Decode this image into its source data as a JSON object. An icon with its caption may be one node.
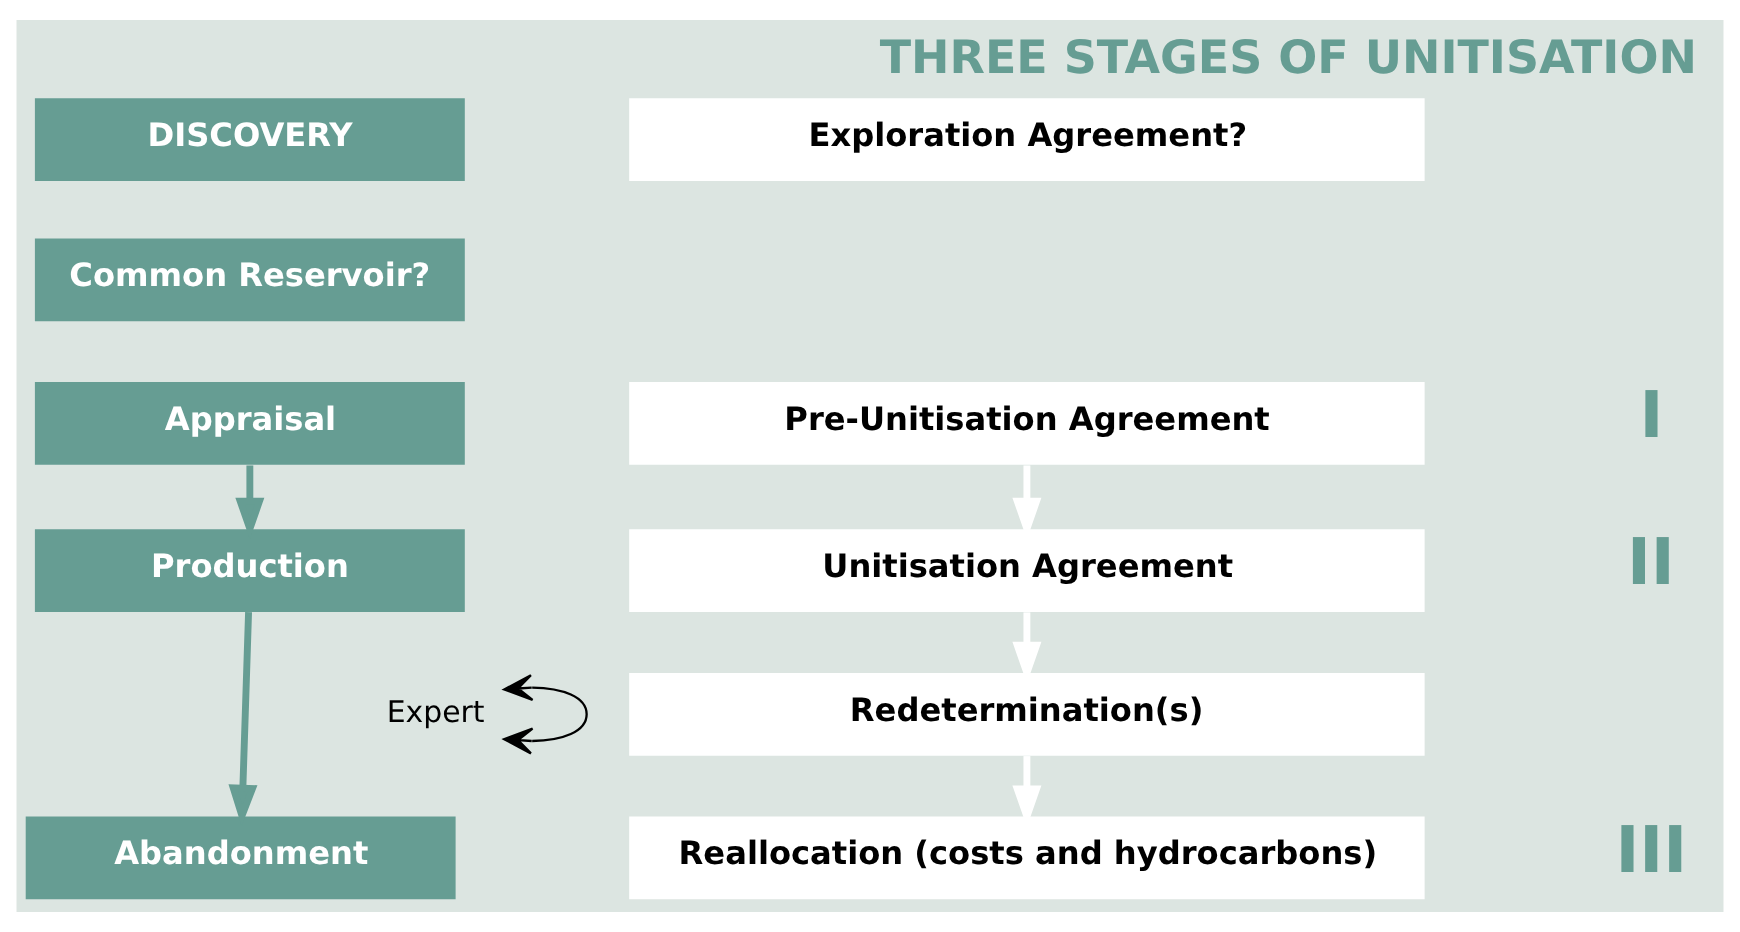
{
  "diagram": {
    "title": "THREE STAGES OF UNITISATION",
    "nodes": [
      {
        "text": [
          "DISCOVERY"
        ]
      },
      {
        "text": [
          "Common Reservoir?"
        ]
      },
      {
        "text": [
          "Appraisal"
        ]
      },
      {
        "text": [
          "Production"
        ]
      },
      {
        "text": [
          "Abandonment"
        ]
      },
      {
        "text": [
          "Exploration Agreement?"
        ]
      },
      {
        "text": [
          "Pre-Unitisation Agreement"
        ]
      },
      {
        "text": [
          "Unitisation Agreement"
        ]
      },
      {
        "text": [
          "Redetermination(s)"
        ]
      },
      {
        "text": [
          "Reallocation (costs and hydrocarbons)"
        ]
      },
      {
        "text": [
          "Expert"
        ]
      }
    ],
    "edges": [
      {
        "from": 2,
        "to": 3,
        "arrow": "to",
        "color": "#669d93"
      },
      {
        "from": 3,
        "to": 4,
        "arrow": "to",
        "color": "#669d93"
      },
      {
        "from": 6,
        "to": 7,
        "arrow": "to"
      },
      {
        "from": 7,
        "to": 8,
        "arrow": "to"
      },
      {
        "from": 8,
        "to": 9,
        "arrow": "to"
      },
      {
        "from": 10,
        "to": 10,
        "arrow": "both",
        "color": "#000000"
      }
    ],
    "labels": [
      "I",
      "II",
      "III"
    ]
  }
}
